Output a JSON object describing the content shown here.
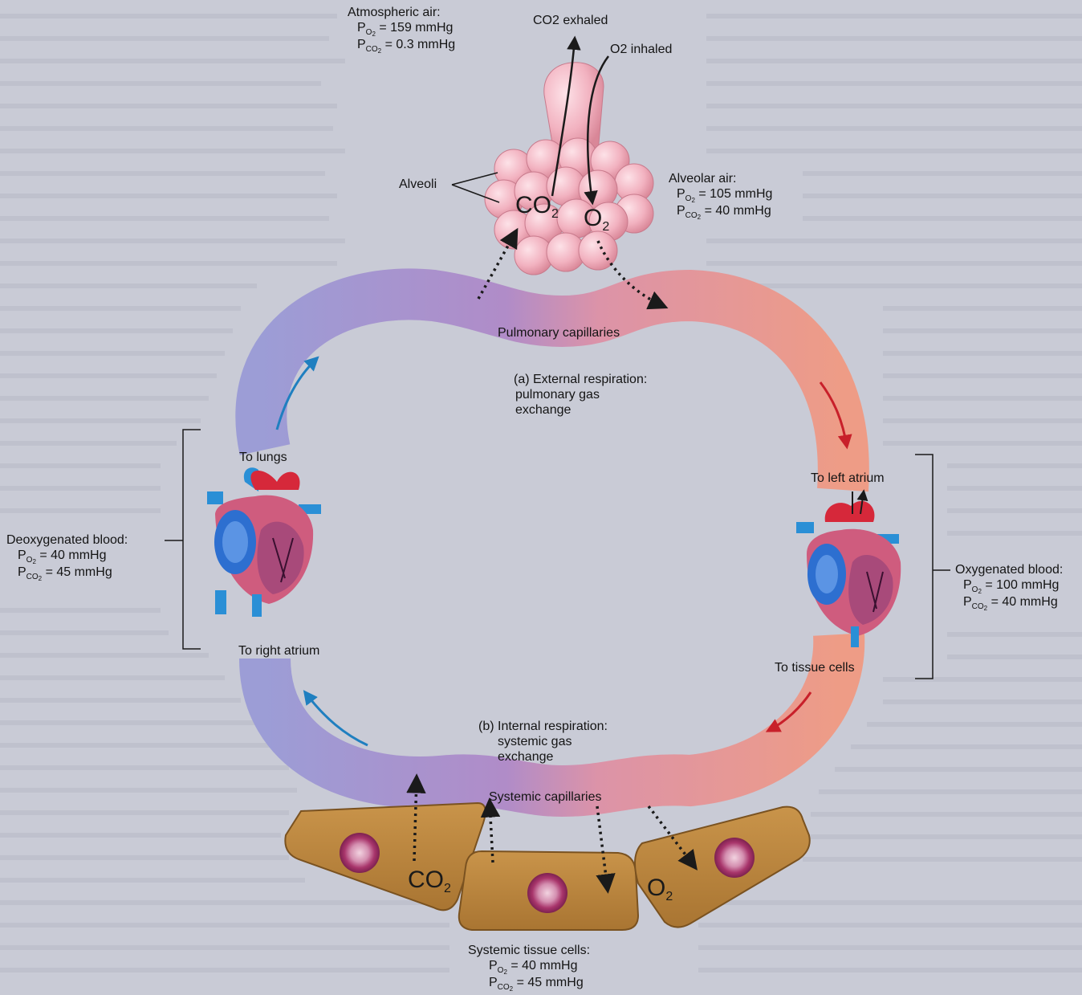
{
  "labels": {
    "atmospheric_air": {
      "title": "Atmospheric air:",
      "po2": "159 mmHg",
      "pco2": "0.3 mmHg"
    },
    "co2_exhaled": "CO2 exhaled",
    "o2_inhaled": "O2 inhaled",
    "alveoli": "Alveoli",
    "alveolar_air": {
      "title": "Alveolar air:",
      "po2": "105 mmHg",
      "pco2": "40 mmHg"
    },
    "pulmonary_capillaries": "Pulmonary capillaries",
    "external_respiration": [
      "(a) External respiration:",
      "pulmonary gas",
      "exchange"
    ],
    "to_lungs": "To lungs",
    "to_left_atrium": "To left atrium",
    "deoxygenated_blood": {
      "title": "Deoxygenated blood:",
      "po2": "40 mmHg",
      "pco2": "45 mmHg"
    },
    "oxygenated_blood": {
      "title": "Oxygenated blood:",
      "po2": "100 mmHg",
      "pco2": "40 mmHg"
    },
    "to_right_atrium": "To right atrium",
    "to_tissue_cells": "To tissue cells",
    "internal_respiration": [
      "(b) Internal respiration:",
      "systemic gas",
      "exchange"
    ],
    "systemic_capillaries": "Systemic capillaries",
    "systemic_tissue_cells": {
      "title": "Systemic tissue cells:",
      "po2": "40 mmHg",
      "pco2": "45 mmHg"
    },
    "gas_co2": "CO",
    "gas_o2": "O"
  },
  "colors": {
    "deoxygenated": "#9d8fcf",
    "oxygenated": "#ec9a8a",
    "alveoli": "#f2b5c0",
    "tissue": "#b8853a",
    "nucleus": "#9e3a6a",
    "background": "#c9cbd6"
  }
}
